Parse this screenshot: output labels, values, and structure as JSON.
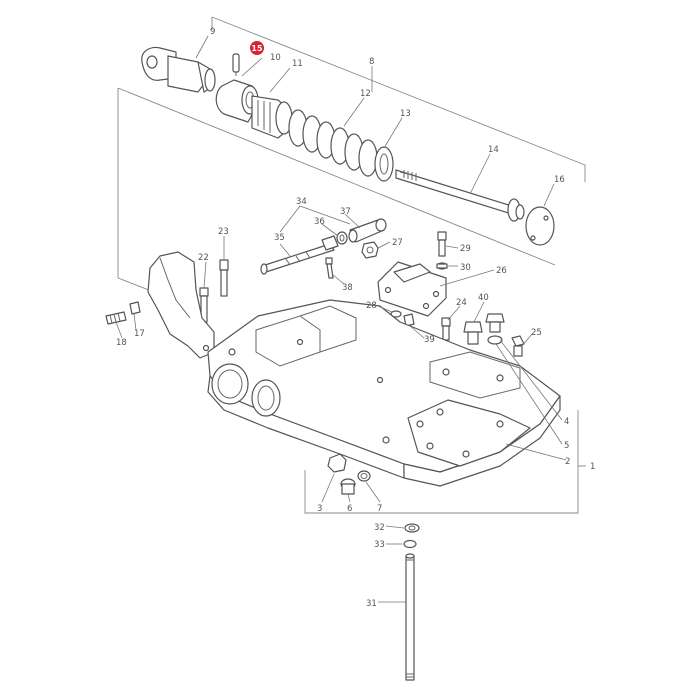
{
  "diagram": {
    "highlighted_part": "15",
    "highlight_color": "#d9232e",
    "line_color": "#555555",
    "callouts": [
      {
        "id": "c1",
        "text": "1"
      },
      {
        "id": "c2",
        "text": "2"
      },
      {
        "id": "c3",
        "text": "3"
      },
      {
        "id": "c4",
        "text": "4"
      },
      {
        "id": "c5",
        "text": "5"
      },
      {
        "id": "c6",
        "text": "6"
      },
      {
        "id": "c7",
        "text": "7"
      },
      {
        "id": "c8",
        "text": "8"
      },
      {
        "id": "c9",
        "text": "9"
      },
      {
        "id": "c10",
        "text": "10"
      },
      {
        "id": "c11",
        "text": "11"
      },
      {
        "id": "c12",
        "text": "12"
      },
      {
        "id": "c13",
        "text": "13"
      },
      {
        "id": "c14",
        "text": "14"
      },
      {
        "id": "c16",
        "text": "16"
      },
      {
        "id": "c17",
        "text": "17"
      },
      {
        "id": "c18",
        "text": "18"
      },
      {
        "id": "c22",
        "text": "22"
      },
      {
        "id": "c23",
        "text": "23"
      },
      {
        "id": "c24",
        "text": "24"
      },
      {
        "id": "c25",
        "text": "25"
      },
      {
        "id": "c26",
        "text": "26"
      },
      {
        "id": "c27",
        "text": "27"
      },
      {
        "id": "c28",
        "text": "28"
      },
      {
        "id": "c29",
        "text": "29"
      },
      {
        "id": "c30",
        "text": "30"
      },
      {
        "id": "c31",
        "text": "31"
      },
      {
        "id": "c32",
        "text": "32"
      },
      {
        "id": "c33",
        "text": "33"
      },
      {
        "id": "c34",
        "text": "34"
      },
      {
        "id": "c35",
        "text": "35"
      },
      {
        "id": "c36",
        "text": "36"
      },
      {
        "id": "c37",
        "text": "37"
      },
      {
        "id": "c38",
        "text": "38"
      },
      {
        "id": "c39",
        "text": "39"
      },
      {
        "id": "c40",
        "text": "40"
      }
    ]
  }
}
